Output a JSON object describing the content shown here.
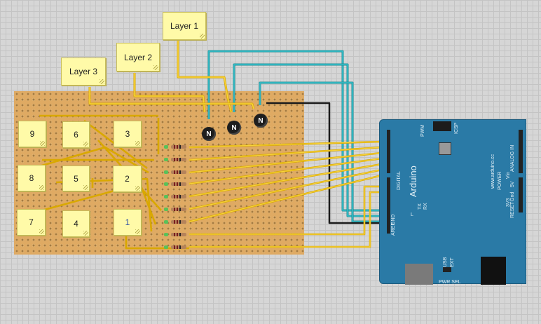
{
  "labels": {
    "layer1": "Layer 1",
    "layer2": "Layer 2",
    "layer3": "Layer 3"
  },
  "cells": [
    "9",
    "6",
    "3",
    "8",
    "5",
    "2",
    "7",
    "4",
    "1"
  ],
  "transistor_mark": "N",
  "arduino": {
    "brand": "Arduino",
    "digital": "DIGITAL",
    "pwm": "PWM",
    "aref": "AREF",
    "gnd": "GND",
    "tx": "TX",
    "rx": "RX",
    "l": "L",
    "icsp": "ICSP",
    "analog_in": "ANALOG IN",
    "power": "POWER",
    "v5": "5V",
    "gnd2": "Gnd",
    "vin": "Vin",
    "v33": "3V3",
    "reset": "RESET",
    "website": "www.arduino.cc",
    "usb": "USB",
    "ext": "EXT",
    "pwr_sel": "PWR SEL"
  },
  "colors": {
    "wire_yellow": "#f3c517",
    "wire_teal": "#27a9b3",
    "wire_black": "#1b1b1b",
    "board": "#dfaa63",
    "note": "#fffaa8",
    "arduino": "#2a7aa6"
  }
}
